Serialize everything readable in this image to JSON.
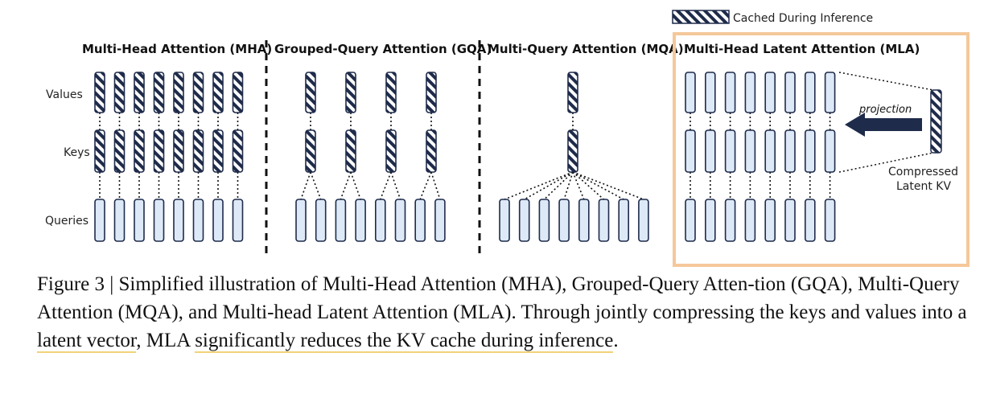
{
  "legend": {
    "label": "Cached During Inference"
  },
  "row_labels": {
    "values": "Values",
    "keys": "Keys",
    "queries": "Queries"
  },
  "panels": {
    "mha": {
      "title": "Multi-Head Attention (MHA)"
    },
    "gqa": {
      "title": "Grouped-Query Attention (GQA)"
    },
    "mqa": {
      "title": "Multi-Query Attention (MQA)"
    },
    "mla": {
      "title": "Multi-Head Latent Attention (MLA)"
    }
  },
  "mla_extra": {
    "projection": "projection",
    "compressed_line1": "Compressed",
    "compressed_line2": "Latent KV"
  },
  "caption": {
    "part1": "Figure 3 | Simplified illustration of Multi-Head Attention (MHA), Grouped-Query Atten-tion (GQA), Multi-Query Attention (MQA), and Multi-head Latent Attention (MLA). Through jointly compressing the keys and values into a ",
    "hl1": "latent vector",
    "part2": ", MLA ",
    "hl2": "significantly reduces the KV cache during inference",
    "part3": "."
  },
  "colors": {
    "bar_fill": "#dde9f7",
    "bar_stroke": "#1f2b4a",
    "hatch_dark": "#1f2b4a",
    "mla_border": "#f5c89a",
    "caption_highlight": "#f2d27a"
  }
}
